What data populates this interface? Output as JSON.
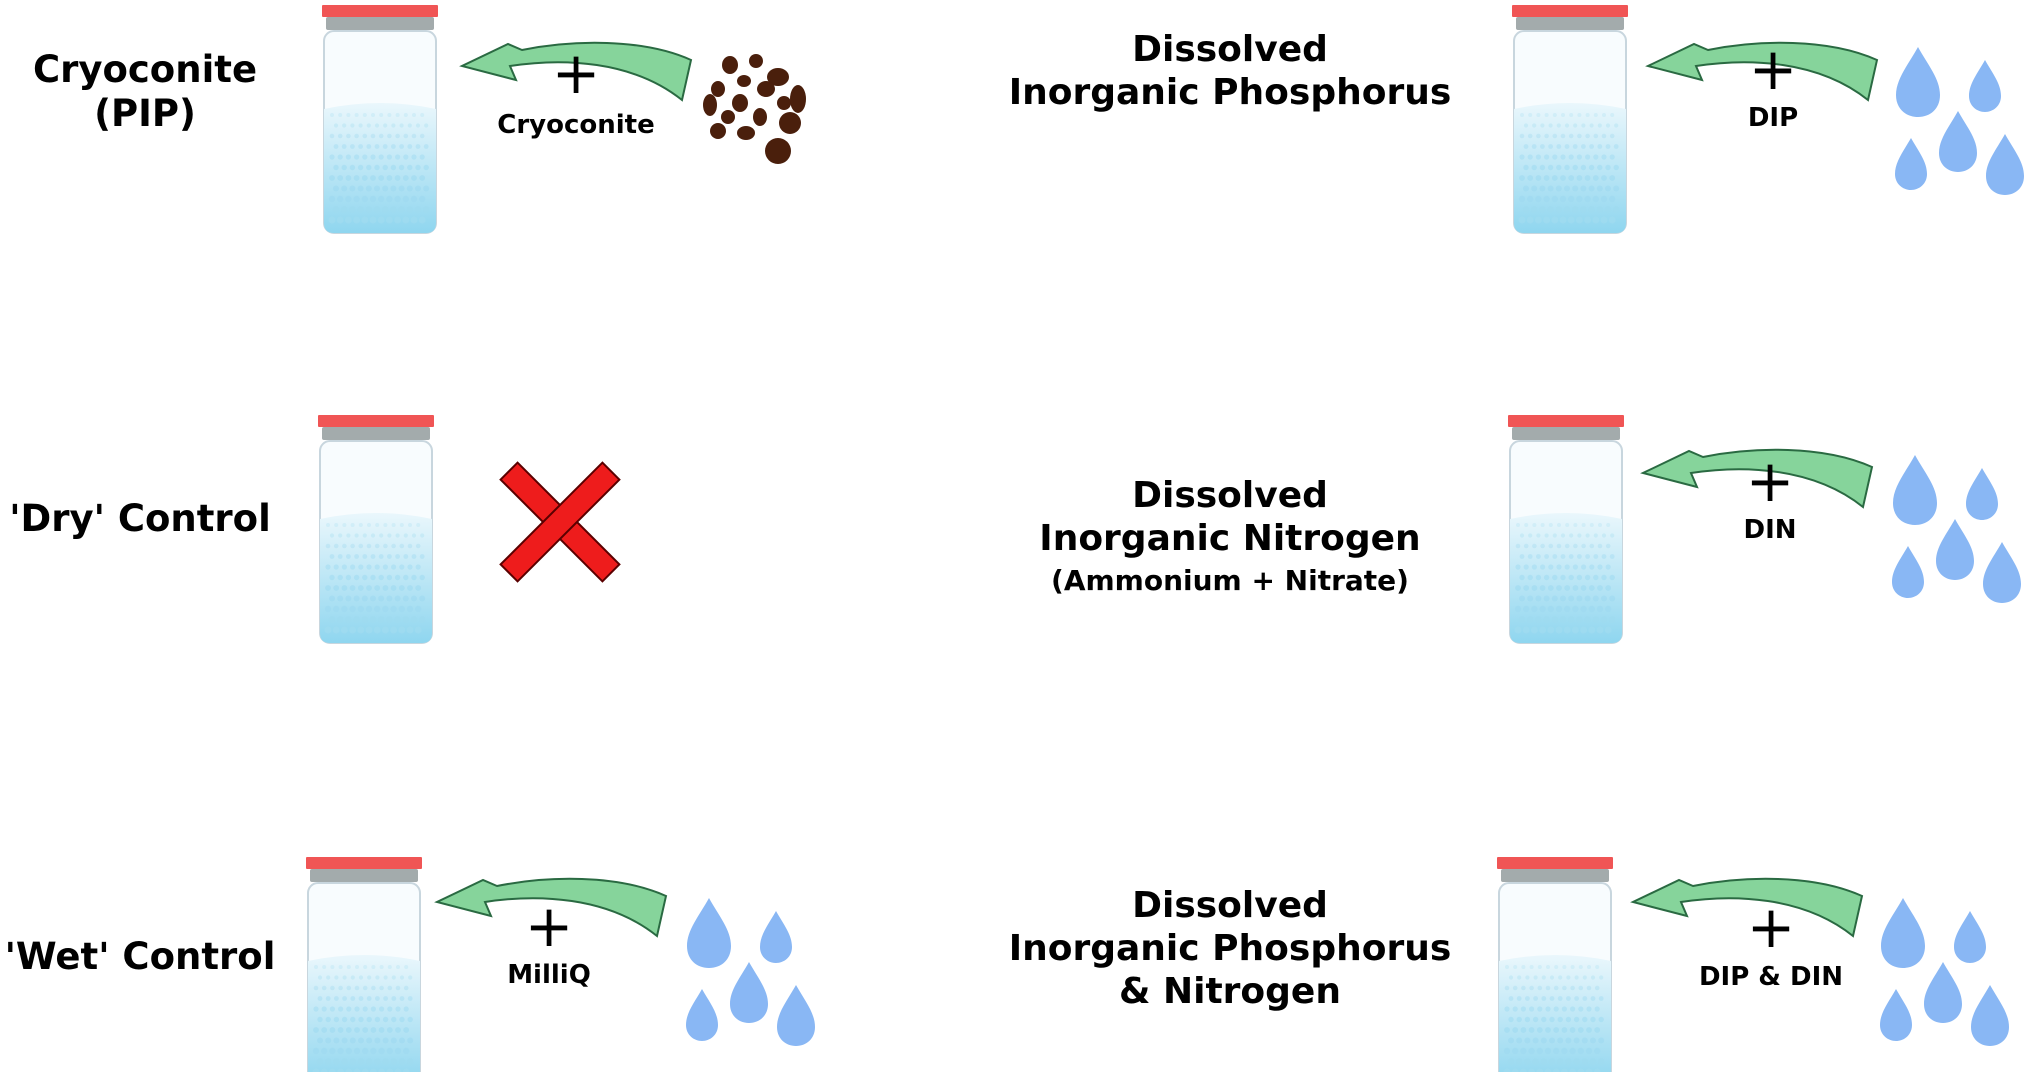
{
  "colors": {
    "lid": "#f05555",
    "lid_band": "#a3abac",
    "jar_outline": "#c8d6de",
    "water_top": "#eaf7fc",
    "water_bottom": "#8fd6ef",
    "bubble": "#9fdaf0",
    "arrow_fill": "#86d49b",
    "arrow_stroke": "#2a6a42",
    "drop": "#89b7f4",
    "cryoconite": "#4a1f0c",
    "cross": "#ee1c1c"
  },
  "icons": {
    "jar": "jar-icon",
    "arrow": "curved-arrow-icon",
    "drops": "water-drops-icon",
    "particles": "cryoconite-particles-icon",
    "cross": "cross-icon"
  },
  "treatments": {
    "cryoconite": {
      "label_line1": "Cryoconite",
      "label_line2": "(PIP)",
      "plus": "+",
      "additive": "Cryoconite"
    },
    "dry_control": {
      "label": "'Dry' Control"
    },
    "wet_control": {
      "label": "'Wet' Control",
      "plus": "+",
      "additive": "MilliQ"
    },
    "dip": {
      "label_line1": "Dissolved",
      "label_line2": "Inorganic Phosphorus",
      "plus": "+",
      "additive": "DIP"
    },
    "din": {
      "label_line1": "Dissolved",
      "label_line2": "Inorganic Nitrogen",
      "label_line3": "(Ammonium + Nitrate)",
      "plus": "+",
      "additive": "DIN"
    },
    "dip_din": {
      "label_line1": "Dissolved",
      "label_line2": "Inorganic Phosphorus",
      "label_line3": "& Nitrogen",
      "plus": "+",
      "additive": "DIP & DIN"
    }
  }
}
